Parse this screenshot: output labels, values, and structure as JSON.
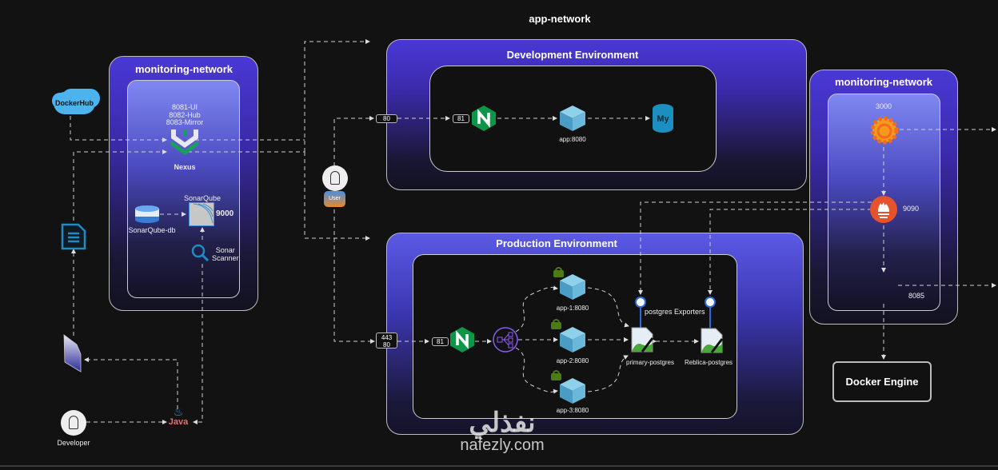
{
  "network_title": "app-network",
  "left_monitoring": {
    "title": "monitoring-network",
    "nexus_ports": [
      "8081-UI",
      "8082-Hub",
      "8083-Mirror"
    ],
    "nexus_label": "Nexus",
    "sonarqube_label": "SonarQube",
    "sonarqube_port": "9000",
    "sonarqube_db_label": "SonarQube-db",
    "scanner_label": "Sonar\nScanner"
  },
  "dockerhub_label": "DockerHub",
  "user": {
    "badge": "User"
  },
  "developer_label": "Developer",
  "java_label": "Java",
  "dev_env": {
    "title": "Development Environment",
    "port_outer": "80",
    "port_inner": "81",
    "app_label": "app:8080",
    "db_label": "My"
  },
  "prod_env": {
    "title": "Production Environment",
    "port_outer_1": "443",
    "port_outer_2": "80",
    "port_inner": "81",
    "apps": [
      "app-1:8080",
      "app-2:8080",
      "app-3:8080"
    ],
    "primary_db": "primary-postgres",
    "replica_db": "Reblica-postgres",
    "exporters_label": "postgres Exporters"
  },
  "right_monitoring": {
    "title": "monitoring-network",
    "grafana_port": "3000",
    "prometheus_port": "9090",
    "other_port": "8085"
  },
  "docker_engine_label": "Docker Engine",
  "watermark": {
    "arabic": "نفذلي",
    "latin": "nafezly.com"
  },
  "colors": {
    "nginx": "#0d9648",
    "cube": "#5ab4d6",
    "prometheus": "#e6522c",
    "grafana": "#f49b1b",
    "lock": "#4b7b12"
  }
}
